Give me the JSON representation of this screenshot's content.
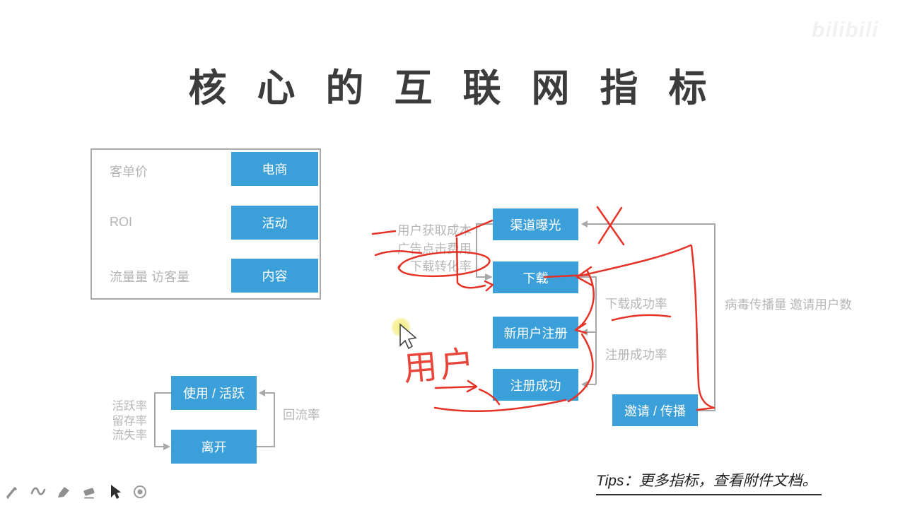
{
  "title": "核 心 的 互 联 网 指 标",
  "watermark": "bilibili",
  "category_panel": {
    "rows": [
      {
        "label": "客单价",
        "chip": "电商"
      },
      {
        "label": "ROI",
        "chip": "活动"
      },
      {
        "label": "流量量 访客量",
        "chip": "内容"
      }
    ]
  },
  "funnel": {
    "nodes": [
      {
        "label": "渠道曝光"
      },
      {
        "label": "下载"
      },
      {
        "label": "新用户注册"
      },
      {
        "label": "注册成功"
      },
      {
        "label": "邀请 / 传播"
      }
    ],
    "acquisition_metrics": [
      "用户获取成本",
      "广告点击费用",
      "下载转化率"
    ],
    "download_success_label": "下载成功率",
    "register_success_label": "注册成功率",
    "viral_label": "病毒传播量 邀请用户数"
  },
  "retention": {
    "nodes": [
      {
        "label": "使用 / 活跃"
      },
      {
        "label": "离开"
      }
    ],
    "metrics": [
      "活跃率",
      "留存率",
      "流失率"
    ],
    "return_label": "回流率"
  },
  "handwriting": {
    "text": "用户"
  },
  "tips": "Tips：更多指标，查看附件文档。",
  "toolbar": {
    "tools": [
      "pen",
      "curve",
      "marker",
      "eraser",
      "cursor",
      "record"
    ]
  },
  "colors": {
    "node_blue": "#3b9fd9",
    "muted_text": "#b5b5b5",
    "connector_grey": "#a8a8a8",
    "annotation_red": "#e63226",
    "title_grey": "#3c3c3c"
  }
}
